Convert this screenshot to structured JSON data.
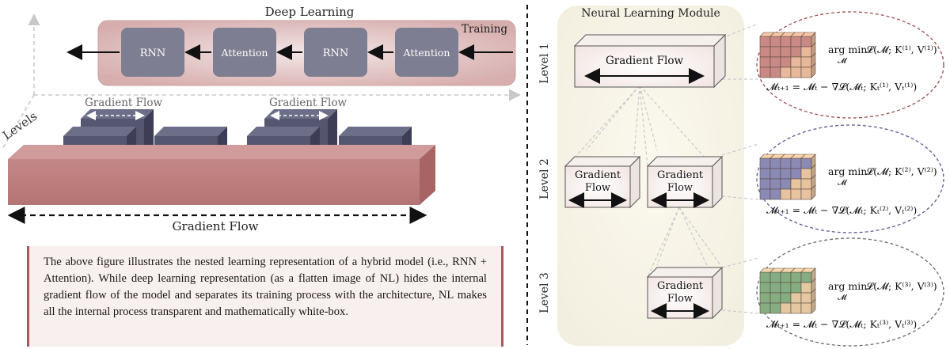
{
  "left": {
    "title": "Deep Learning",
    "training_label": "Training",
    "levels_label": "Levels",
    "blocks": [
      "RNN",
      "Attention",
      "RNN",
      "Attention"
    ],
    "inner_gradient_labels": [
      "Gradient Flow",
      "Gradient Flow"
    ],
    "bottom_gradient_label": "Gradient Flow",
    "caption": "The above figure illustrates the nested learning representation of a hybrid model (i.e., RNN + Attention). While deep learning representation (as a flatten image of NL) hides the internal gradient flow of the model and separates its training process with the architecture, NL makes all the internal process transparent and mathematically white-box."
  },
  "right": {
    "title": "Neural Learning Module",
    "levels": [
      "Level 1",
      "Level 2",
      "Level 3"
    ],
    "box_labels": {
      "l1": "Gradient Flow",
      "l2a": [
        "Gradient",
        "Flow"
      ],
      "l2b": [
        "Gradient",
        "Flow"
      ],
      "l3": [
        "Gradient",
        "Flow"
      ]
    },
    "equations": [
      {
        "argmin": "arg min",
        "sub": "𝓜",
        "objective": "𝓛(𝓜; K⁽¹⁾, V⁽¹⁾)",
        "update": "𝓜ₜ₊₁ = 𝓜ₜ − ∇𝓛(𝓜ₜ; Kₜ⁽¹⁾, Vₜ⁽¹⁾)"
      },
      {
        "argmin": "arg min",
        "sub": "𝓜",
        "objective": "𝓛(𝓜; K⁽²⁾, V⁽²⁾)",
        "update": "𝓜ₜ₊₁ = 𝓜ₜ − ∇𝓛(𝓜ₜ; Kₜ⁽²⁾, Vₜ⁽²⁾)"
      },
      {
        "argmin": "arg min",
        "sub": "𝓜",
        "objective": "𝓛(𝓜; K⁽³⁾, V⁽³⁾)",
        "update": "𝓜ₜ₊₁ = 𝓜ₜ − ∇𝓛(𝓜ₜ; Kₜ⁽³⁾, Vₜ⁽³⁾)"
      }
    ]
  },
  "colors": {
    "pink_band": "#c58e8e",
    "block": "#7f7f93",
    "dark_block": "#4e4f69",
    "cube_l1": "#d9a184",
    "cube_l2": "#8f8fb8",
    "cube_l3": "#8fb08a",
    "ellipse_l1": "#a24b4b",
    "ellipse_l2": "#5a5a96",
    "ellipse_l3": "#6b6b6b"
  }
}
